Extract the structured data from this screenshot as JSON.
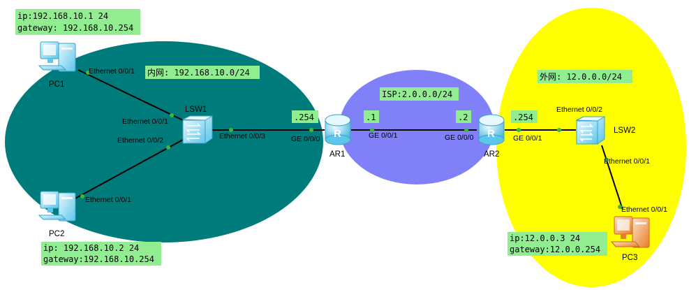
{
  "colors": {
    "inner_zone": "#007b7b",
    "isp_zone": "#8080f8",
    "outer_zone": "#ffff00",
    "note_bg": "#90ee90",
    "link_dot": "#3cb83c",
    "link": "#000000",
    "device_icon": "#aee8f8",
    "pc3_icon": "#f4a460"
  },
  "zones": {
    "inner": "内网: 192.168.10.0/24",
    "isp": "ISP:2.0.0.0/24",
    "outer": "外网: 12.0.0.0/24"
  },
  "devices": {
    "pc1": {
      "label": "PC1",
      "icon": "pc-icon"
    },
    "pc2": {
      "label": "PC2",
      "icon": "pc-icon"
    },
    "pc3": {
      "label": "PC3",
      "icon": "pc-icon"
    },
    "lsw1": {
      "label": "LSW1",
      "icon": "switch-icon"
    },
    "lsw2": {
      "label": "LSW2",
      "icon": "switch-icon"
    },
    "ar1": {
      "label": "AR1",
      "icon": "router-icon"
    },
    "ar2": {
      "label": "AR2",
      "icon": "router-icon"
    }
  },
  "notes": {
    "pc1": [
      "ip:192.168.10.1 24",
      "gateway: 192.168.10.254"
    ],
    "pc2": [
      "ip: 192.168.10.2 24",
      "gateway:192.168.10.254"
    ],
    "pc3": [
      "ip:12.0.0.3 24",
      "gateway:12.0.0.254"
    ]
  },
  "addr_tags": {
    "ar1_inner": ".254",
    "ar1_isp": ".1",
    "ar2_isp": ".2",
    "ar2_outer": ".254"
  },
  "ports": {
    "pc1": "Ethernet 0/0/1",
    "lsw1_to_pc1": "Ethernet 0/0/1",
    "lsw1_to_pc2": "Ethernet 0/0/2",
    "pc2": "Ethernet 0/0/1",
    "lsw1_to_ar1": "Ethernet 0/0/3",
    "ar1_inner": "GE 0/0/0",
    "ar1_isp": "GE 0/0/1",
    "ar2_isp": "GE 0/0/0",
    "ar2_outer": "GE 0/0/1",
    "lsw2_to_ar2": "Ethernet 0/0/2",
    "lsw2_to_pc3": "Ethernet 0/0/1",
    "pc3": "Ethernet 0/0/1"
  }
}
